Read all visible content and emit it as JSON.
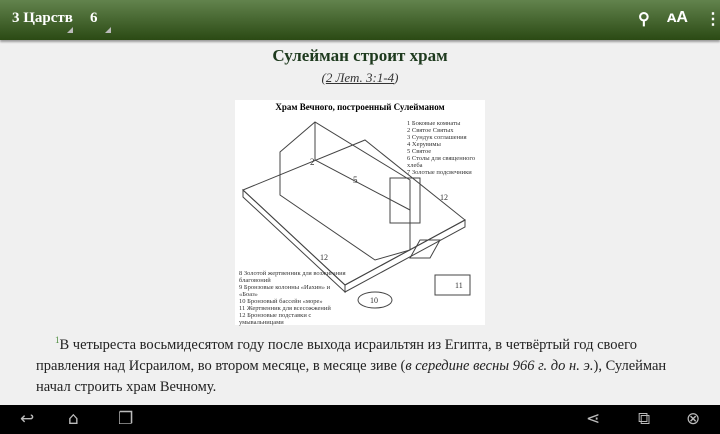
{
  "header": {
    "book": "3 Царств",
    "chapter": "6",
    "icons": [
      "search-icon",
      "font-size-icon",
      "overflow-menu-icon"
    ],
    "font_icon_label": "ᴀA"
  },
  "section": {
    "title": "Сулейман строит храм",
    "ref_open": "(",
    "ref_link": "2 Лет. 3:1-4",
    "ref_close": ")"
  },
  "figure": {
    "title": "Храм Вечного, построенный Сулейманом",
    "legend_top": [
      "1 Боковые комнаты",
      "2 Святое Святых",
      "3 Сундук соглашения",
      "4 Херувимы",
      "5 Святое",
      "6 Столы для священного хлеба",
      "7 Золотые подсвечники"
    ],
    "legend_bottom": [
      "8 Золотой жертвенник для возжигания благовоний",
      "9 Бронзовые колонны «Иахин» и «Боаз»",
      "10 Бронзовый бассейн «море»",
      "11 Жертвенник для всесожжений",
      "12 Бронзовые подставки с умывальницами"
    ]
  },
  "verse": {
    "number": "1",
    "text_a": "В четыреста восьмидесятом году после выхода исраильтян из Египта, в четвёртый год своего правления над Исраилом, во втором месяце, в месяце зиве (",
    "italic": "в середине весны 966 г. до н. э.",
    "text_b": "), Сулейман начал строить храм Вечному."
  },
  "colors": {
    "toolbar": "#3f6328",
    "title": "#1e3a1e",
    "verse_number": "#4a8a3a"
  }
}
